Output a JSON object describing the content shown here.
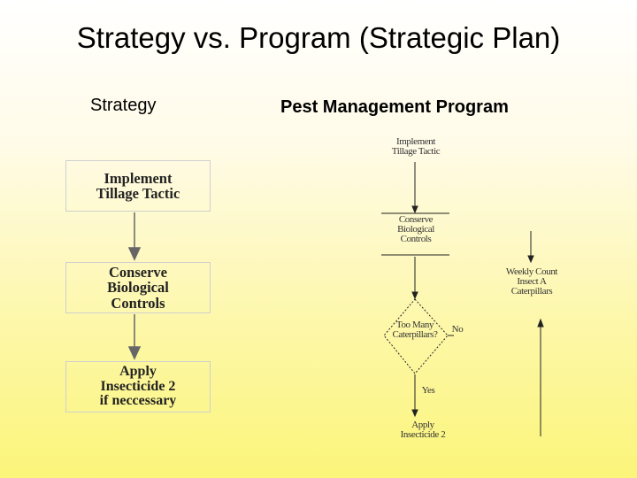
{
  "slide": {
    "title": "Strategy vs. Program (Strategic Plan)",
    "left_heading": "Strategy",
    "right_heading": "Pest Management Program"
  },
  "strategy_boxes": {
    "implement": "Implement\nTillage Tactic",
    "conserve": "Conserve\nBiological\nControls",
    "apply": "Apply\nInsecticide 2\nif neccessary"
  },
  "program_flowchart": {
    "implement": "Implement\nTillage Tactic",
    "conserve": "Conserve\nBiological\nControls",
    "decision": "Too Many\nCaterpillars?",
    "no_label": "No",
    "yes_label": "Yes",
    "apply": "Apply\nInsecticide 2",
    "weekly": "Weekly Count\nInsect A\nCaterpillars"
  },
  "colors": {
    "box_border": "#cfcfcf",
    "arrow": "#666666",
    "sketch_line": "#222222"
  }
}
